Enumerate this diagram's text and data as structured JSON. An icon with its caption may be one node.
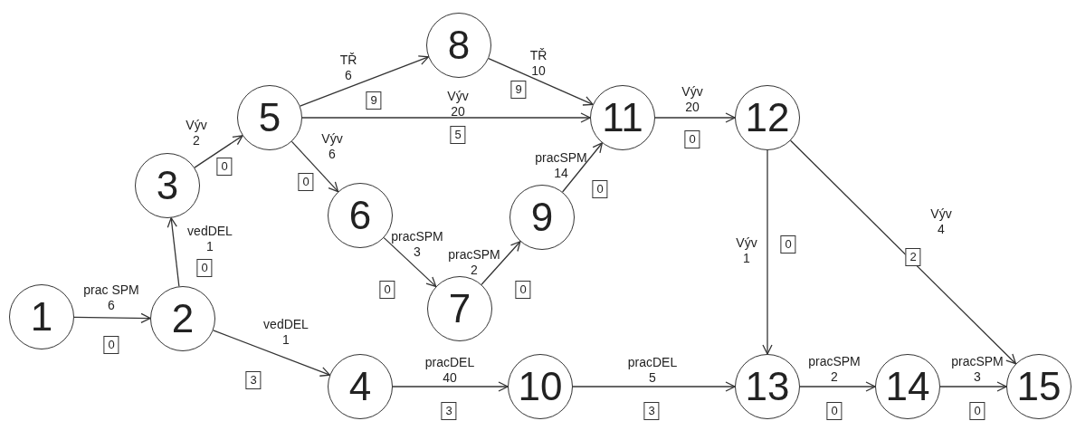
{
  "diagram": {
    "nodes": [
      {
        "text": [
          "1"
        ]
      },
      {
        "text": [
          "2"
        ]
      },
      {
        "text": [
          "3"
        ]
      },
      {
        "text": [
          "4"
        ]
      },
      {
        "text": [
          "5"
        ]
      },
      {
        "text": [
          "6"
        ]
      },
      {
        "text": [
          "7"
        ]
      },
      {
        "text": [
          "8"
        ]
      },
      {
        "text": [
          "9"
        ]
      },
      {
        "text": [
          "10"
        ]
      },
      {
        "text": [
          "11"
        ]
      },
      {
        "text": [
          "12"
        ]
      },
      {
        "text": [
          "13"
        ]
      },
      {
        "text": [
          "14"
        ]
      },
      {
        "text": [
          "15"
        ]
      }
    ],
    "edges": [
      {
        "from": 0,
        "to": 1,
        "arrow": "to",
        "label": "prac SPM 6"
      },
      {
        "from": 1,
        "to": 2,
        "arrow": "to",
        "label": "vedDEL 1"
      },
      {
        "from": 1,
        "to": 3,
        "arrow": "to",
        "label": "vedDEL 1"
      },
      {
        "from": 2,
        "to": 4,
        "arrow": "to",
        "label": "Výv 2"
      },
      {
        "from": 4,
        "to": 7,
        "arrow": "to",
        "label": "TŘ 6"
      },
      {
        "from": 4,
        "to": 10,
        "arrow": "to",
        "label": "Výv 20"
      },
      {
        "from": 4,
        "to": 5,
        "arrow": "to",
        "label": "Výv 6"
      },
      {
        "from": 7,
        "to": 10,
        "arrow": "to",
        "label": "TŘ 10"
      },
      {
        "from": 5,
        "to": 6,
        "arrow": "to",
        "label": "pracSPM 3"
      },
      {
        "from": 6,
        "to": 8,
        "arrow": "to",
        "label": "pracSPM 2"
      },
      {
        "from": 8,
        "to": 10,
        "arrow": "to",
        "label": "pracSPM 14"
      },
      {
        "from": 10,
        "to": 11,
        "arrow": "to",
        "label": "Výv 20"
      },
      {
        "from": 3,
        "to": 9,
        "arrow": "to",
        "label": "pracDEL 40"
      },
      {
        "from": 9,
        "to": 12,
        "arrow": "to",
        "label": "pracDEL 5"
      },
      {
        "from": 11,
        "to": 12,
        "arrow": "to",
        "label": "Výv 1"
      },
      {
        "from": 11,
        "to": 14,
        "arrow": "to",
        "label": "Výv 4"
      },
      {
        "from": 12,
        "to": 13,
        "arrow": "to",
        "label": "pracSPM 2"
      },
      {
        "from": 13,
        "to": 14,
        "arrow": "to",
        "label": "pracSPM 3"
      }
    ],
    "labels": [
      "0",
      "0",
      "3",
      "0",
      "9",
      "5",
      "0",
      "9",
      "0",
      "0",
      "0",
      "0",
      "3",
      "3",
      "0",
      "2",
      "0",
      "0"
    ]
  }
}
